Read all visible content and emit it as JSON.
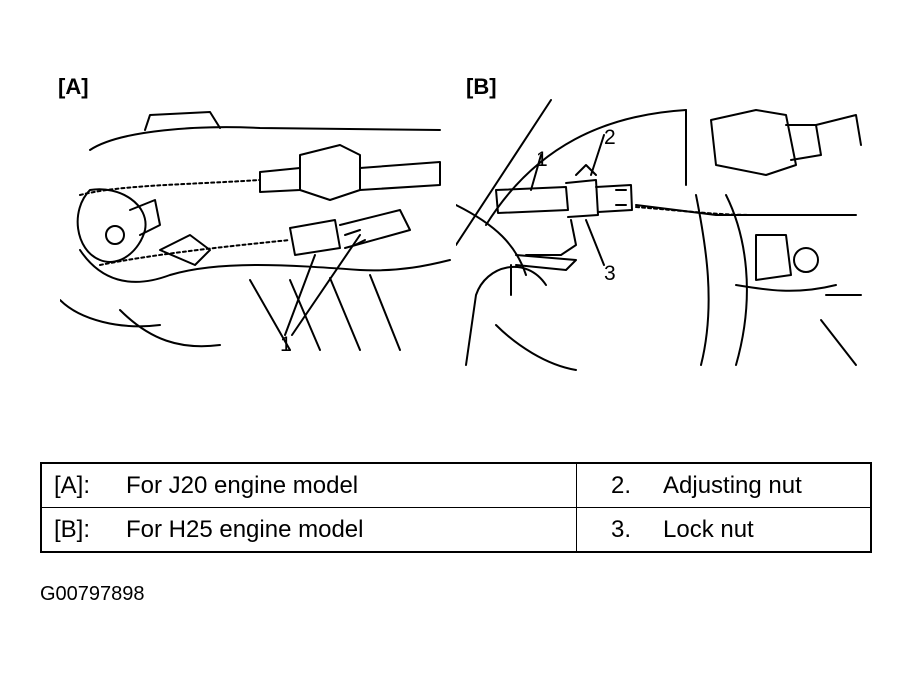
{
  "panels": {
    "a": {
      "label": "[A]",
      "callouts": [
        "1"
      ]
    },
    "b": {
      "label": "[B]",
      "callouts": [
        "1",
        "2",
        "3"
      ]
    }
  },
  "legend": {
    "rows": [
      {
        "key": "[A]:",
        "text": "For J20 engine model",
        "num": "2.",
        "part": "Adjusting nut"
      },
      {
        "key": "[B]:",
        "text": "For H25 engine model",
        "num": "3.",
        "part": "Lock nut"
      }
    ]
  },
  "figure_id": "G00797898"
}
